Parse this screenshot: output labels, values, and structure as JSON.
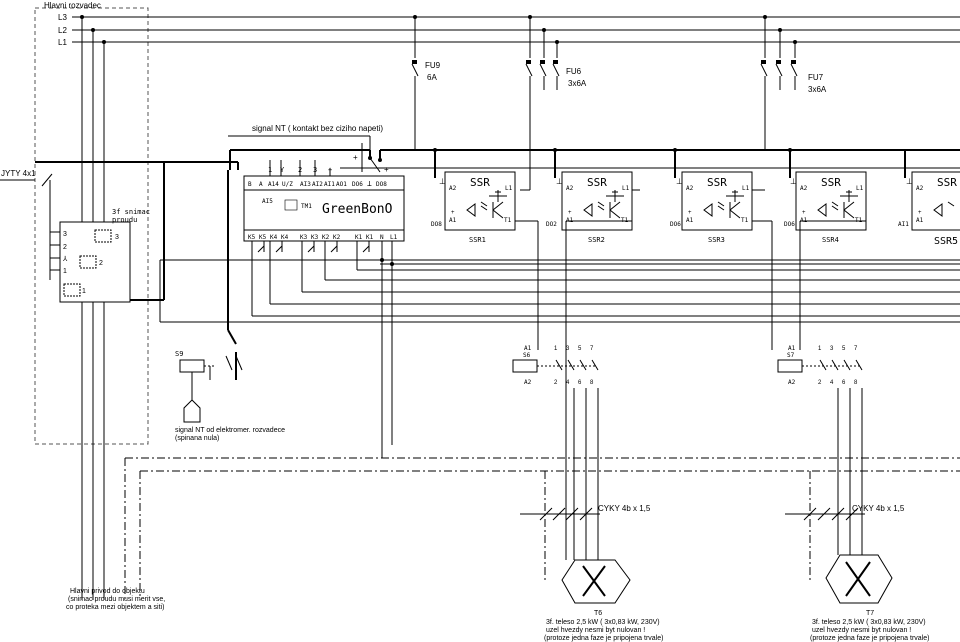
{
  "panel": {
    "title": "Hlavni rozvadec",
    "phases": [
      "L3",
      "L2",
      "L1"
    ]
  },
  "cable_in": "JYTY 4x1",
  "current_sensor": {
    "label_lines": [
      "3f snimac",
      "proudu"
    ],
    "pins": [
      "3",
      "2",
      "⅄",
      "1"
    ],
    "box_pins": [
      "3",
      "2",
      "1"
    ]
  },
  "fuses": [
    {
      "name": "FU9",
      "rating": "6A"
    },
    {
      "name": "FU6",
      "rating": "3x6A"
    },
    {
      "name": "FU7",
      "rating": "3x6A"
    }
  ],
  "signal_top": "signal NT ( kontakt bez ciziho napeti)",
  "greenbono": {
    "name": "GreenBonO",
    "top_pins": [
      "1",
      "Y",
      "2",
      "3",
      "+"
    ],
    "row_labels": [
      "B",
      "A",
      "A14",
      "U/Z",
      "AI3",
      "AI2",
      "AI1",
      "AO1",
      "DO6",
      "⊥",
      "DO8"
    ],
    "bottom_labels": [
      "K5",
      "K5",
      "K4",
      "K4",
      "K3",
      "K3",
      "K2",
      "K2",
      "K1",
      "K1",
      "N",
      "L1"
    ],
    "ai5": "AI5",
    "tm1": "TM1"
  },
  "ssr": [
    {
      "id": "SSR1",
      "in_pin": "DO8"
    },
    {
      "id": "SSR2",
      "in_pin": "DO2"
    },
    {
      "id": "SSR3",
      "in_pin": "DO6"
    },
    {
      "id": "SSR4",
      "in_pin": "DO6"
    },
    {
      "id": "SSR5",
      "in_pin": "AI1"
    }
  ],
  "ssr_text": {
    "label": "SSR",
    "a1": "A1",
    "a2": "A2",
    "l1": "L1",
    "t1": "T1",
    "plus": "+",
    "ground": "⊥"
  },
  "s9": "S9",
  "contactors": [
    {
      "id": "S6",
      "a1": "A1",
      "a2": "A2",
      "top": [
        "1",
        "3",
        "5",
        "7"
      ],
      "bottom": [
        "2",
        "4",
        "6",
        "8"
      ]
    },
    {
      "id": "S7",
      "a1": "A1",
      "a2": "A2",
      "top": [
        "1",
        "3",
        "5",
        "7"
      ],
      "bottom": [
        "2",
        "4",
        "6",
        "8"
      ]
    }
  ],
  "signal_bottom": [
    "signal NT od elektromer. rozvadece",
    "(spinana nula)"
  ],
  "cable_out": "CYKY 4b x 1,5",
  "heaters": [
    {
      "id": "T6",
      "lines": [
        "3f. teleso 2,5 kW ( 3x0,83 kW, 230V)",
        "uzel hvezdy nesmi byt nulovan !",
        "(protoze jedna faze je pripojena trvale)"
      ]
    },
    {
      "id": "T7",
      "lines": [
        "3f. teleso 2,5 kW ( 3x0,83 kW, 230V)",
        "uzel hvezdy nesmi byt nulovan !",
        "(protoze jedna faze je pripojena trvale)"
      ]
    }
  ],
  "main_note": [
    "Hlavni privod do objektu",
    "(snimac proudu musi merit vse,",
    "co proteka mezi objektem a siti)"
  ]
}
